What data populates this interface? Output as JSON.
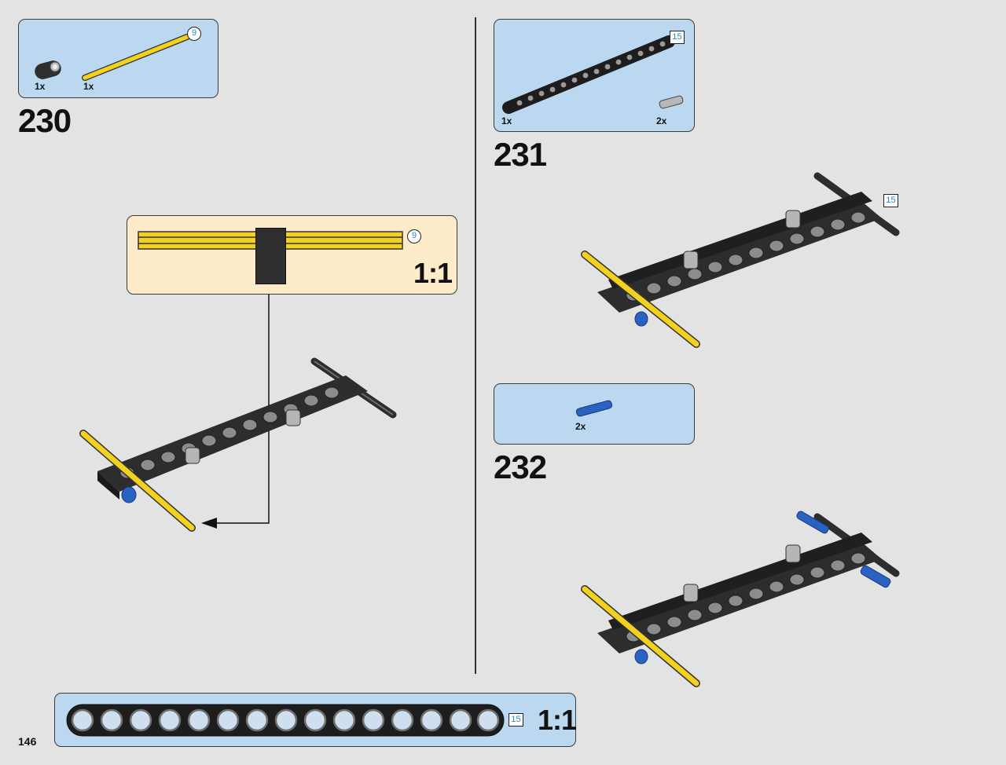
{
  "page": {
    "number": "146"
  },
  "colors": {
    "background": "#e3e3e3",
    "parts_box": "#bcd8f1",
    "callout_box": "#fdebc9",
    "beam": "#2d2d2d",
    "axle_yellow": "#f2d21f",
    "pin_blue": "#2a62c4",
    "badge_text": "#1b8ec9"
  },
  "step230": {
    "number": "230",
    "parts": [
      {
        "icon": "black-connector-icon",
        "qty": "1x"
      },
      {
        "icon": "yellow-axle-icon",
        "qty": "1x",
        "length_badge": "9"
      }
    ],
    "callout": {
      "length_badge": "9",
      "scale": "1:1"
    }
  },
  "step231": {
    "number": "231",
    "parts": [
      {
        "icon": "black-beam-15-icon",
        "qty": "1x",
        "length_badge": "15"
      },
      {
        "icon": "grey-pin-icon",
        "qty": "2x"
      }
    ],
    "model_badge": "15"
  },
  "step232": {
    "number": "232",
    "parts": [
      {
        "icon": "blue-pin-icon",
        "qty": "2x"
      }
    ]
  },
  "bottom_callout": {
    "length_badge": "15",
    "scale": "1:1"
  }
}
